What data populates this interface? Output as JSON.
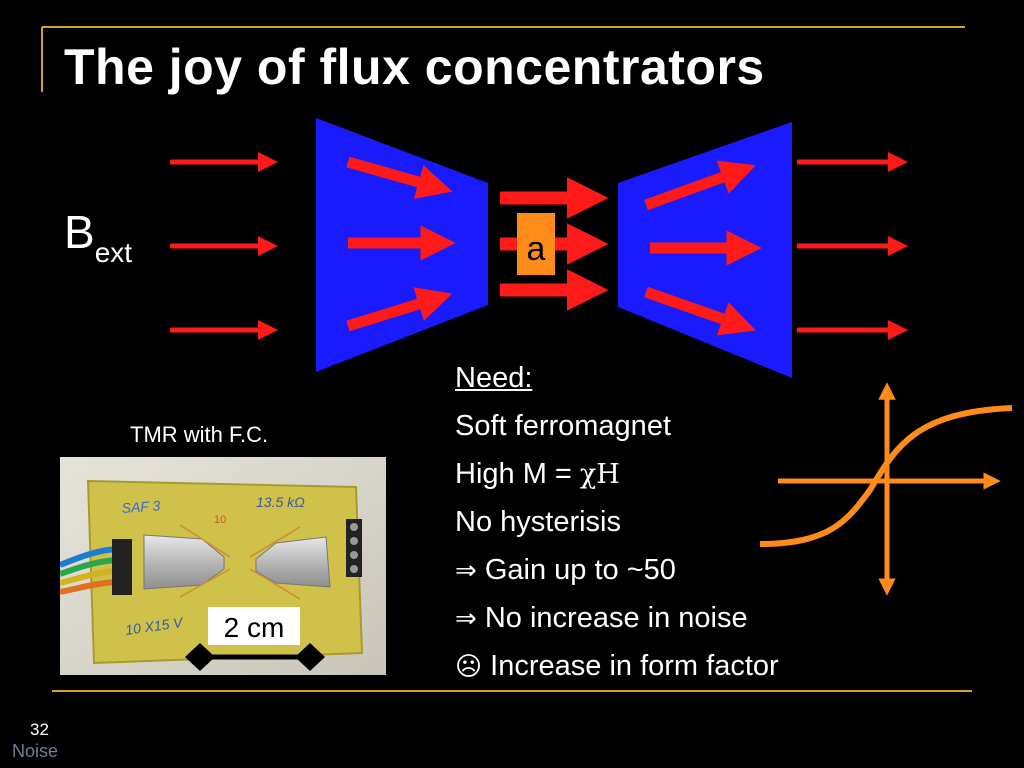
{
  "slide": {
    "title": "The joy of flux concentrators",
    "page_number": "32",
    "section": "Noise"
  },
  "diagram": {
    "field_label_main": "B",
    "field_label_sub": "ext",
    "gap_label": "a"
  },
  "photo": {
    "caption": "TMR with F.C.",
    "scale_label": "2 cm",
    "board_texts": [
      "SAF 3",
      "13.5 kΩ",
      "10",
      "10 X15 V"
    ]
  },
  "need": {
    "heading": "Need:",
    "items": [
      {
        "prefix": "",
        "text": "Soft ferromagnet"
      },
      {
        "prefix": "",
        "text": "High M = ",
        "greek": "χH"
      },
      {
        "prefix": "",
        "text": "No hysterisis"
      },
      {
        "prefix": "⇒",
        "text": " Gain up to ~50"
      },
      {
        "prefix": "⇒",
        "text": " No increase in noise"
      },
      {
        "prefix": "☹",
        "text": " Increase in form factor"
      }
    ]
  },
  "colors": {
    "concentrator": "#1a1aff",
    "arrow": "#ff1a1a",
    "accent": "#ff8c1a",
    "rule": "#d4a02a"
  }
}
